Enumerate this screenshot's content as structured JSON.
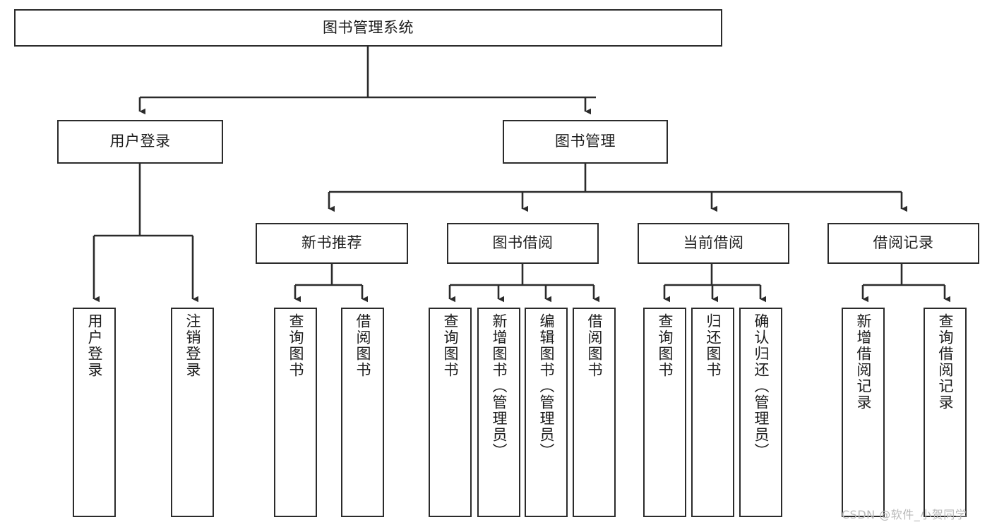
{
  "diagram": {
    "title": "图书管理系统",
    "type": "tree-hierarchy-diagram",
    "colors": {
      "box_border": "#2b2b2b",
      "box_fill": "#ffffff",
      "connector": "#2b2b2b",
      "text": "#1c1c1c",
      "watermark": "#b9b9b9",
      "background": "#ffffff"
    }
  },
  "root": {
    "label": "图书管理系统"
  },
  "level2": [
    {
      "label": "用户登录"
    },
    {
      "label": "图书管理"
    }
  ],
  "level3": [
    {
      "label": "新书推荐"
    },
    {
      "label": "图书借阅"
    },
    {
      "label": "当前借阅"
    },
    {
      "label": "借阅记录"
    }
  ],
  "leaves": {
    "user_login": [
      {
        "label": "用户登录"
      },
      {
        "label": "注销登录"
      }
    ],
    "new_book_recommend": [
      {
        "label": "查询图书"
      },
      {
        "label": "借阅图书"
      }
    ],
    "book_borrow": [
      {
        "label": "查询图书"
      },
      {
        "label": "新增图书（管理员）"
      },
      {
        "label": "编辑图书（管理员）"
      },
      {
        "label": "借阅图书"
      }
    ],
    "current_borrow": [
      {
        "label": "查询图书"
      },
      {
        "label": "归还图书"
      },
      {
        "label": "确认归还（管理员）"
      }
    ],
    "borrow_records": [
      {
        "label": "新增借阅记录"
      },
      {
        "label": "查询借阅记录"
      }
    ]
  },
  "watermark": {
    "text": "CSDN @软件_小贺同学"
  }
}
